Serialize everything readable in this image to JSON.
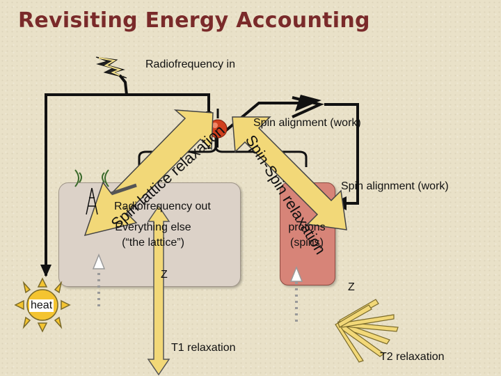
{
  "title": "Revisiting Energy Accounting",
  "labels": {
    "rf_in": "Radiofrequency in",
    "spin_alignment_top": "Spin alignment (work)",
    "spin_alignment_right": "Spin alignment (work)",
    "rf_out": "Radiofrequency out",
    "lattice_line1": "Everything else",
    "lattice_line2": "(“the lattice”)",
    "protons_line1": "protons",
    "protons_line2": "(spins)",
    "z_left": "Z",
    "z_right": "Z",
    "heat": "heat",
    "t1": "T1 relaxation",
    "t2": "T2 relaxation"
  },
  "arrows": {
    "spin_lattice": "Spin-lattice relaxation",
    "spin_spin": "Spin-Spin relaxation"
  },
  "colors": {
    "title": "#7a2a2a",
    "arrow_fill": "#f2d878",
    "lattice_box": "#dcd2c8",
    "proton_box": "#d78478",
    "sun": "#f4c430"
  }
}
